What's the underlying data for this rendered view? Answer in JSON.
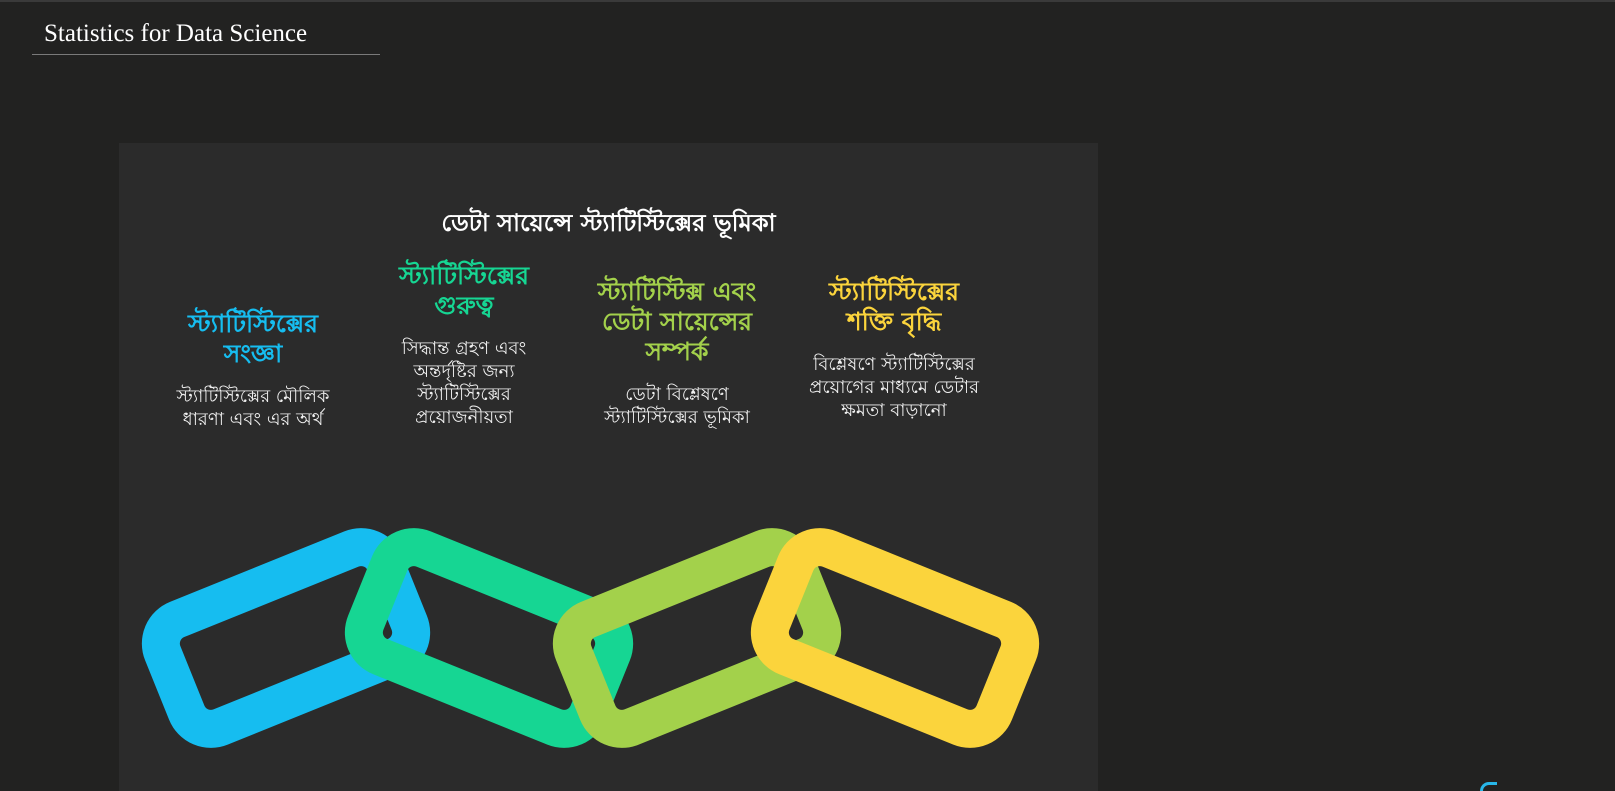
{
  "page": {
    "title": "Statistics for Data Science"
  },
  "slide": {
    "heading": "ডেটা সায়েন্সে স্ট্যাটিস্টিক্সের ভূমিকা",
    "cards": [
      {
        "title": "স্ট্যাটিস্টিক্সের সংজ্ঞা",
        "desc": "স্ট্যাটিস্টিক্সের মৌলিক ধারণা এবং এর অর্থ",
        "color": "#16bdf0"
      },
      {
        "title": "স্ট্যাটিস্টিক্সের গুরুত্ব",
        "desc": "সিদ্ধান্ত গ্রহণ এবং অন্তর্দৃষ্টির জন্য স্ট্যাটিস্টিক্সের প্রয়োজনীয়তা",
        "color": "#16d693"
      },
      {
        "title": "স্ট্যাটিস্টিক্স এবং ডেটা সায়েন্সের সম্পর্ক",
        "desc": "ডেটা বিশ্লেষণে স্ট্যাটিস্টিক্সের ভূমিকা",
        "color": "#a3d14b"
      },
      {
        "title": "স্ট্যাটিস্টিক্সের শক্তি বৃদ্ধি",
        "desc": "বিশ্লেষণে স্ট্যাটিস্টিক্সের প্রয়োগের মাধ্যমে ডেটার ক্ষমতা বাড়ানো",
        "color": "#fbd43c"
      }
    ],
    "link_colors": [
      "#16bdf0",
      "#16d693",
      "#a3d14b",
      "#fbd43c"
    ]
  }
}
